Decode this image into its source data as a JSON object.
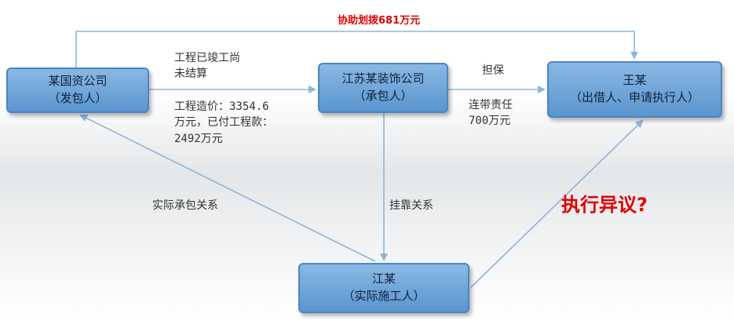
{
  "nodes": {
    "employer": {
      "line1": "某国资公司",
      "line2": "（发包人）"
    },
    "contractor": {
      "line1": "江苏某装饰公司",
      "line2": "（承包人）"
    },
    "wang": {
      "line1": "王某",
      "line2": "（出借人、申请执行人）"
    },
    "jiang": {
      "line1": "江某",
      "line2": "（实际施工人）"
    }
  },
  "labels": {
    "top_transfer": "协助划拨681万元",
    "project_done_1": "工程已竣工尚",
    "project_done_2": "未结算",
    "cost_1": "工程造价：3354.6",
    "cost_2": "万元，已付工程款：",
    "cost_3": "2492万元",
    "guarantee": "担保",
    "joint_liability_1": "连带责任",
    "joint_liability_2": "700万元",
    "actual_contract": "实际承包关系",
    "affiliation": "挂靠关系",
    "objection": "执行异议?"
  },
  "colors": {
    "node_fill": "#6fa7da",
    "node_border": "#4a86c3",
    "arrow": "#8eb5da",
    "highlight": "#e00000"
  }
}
